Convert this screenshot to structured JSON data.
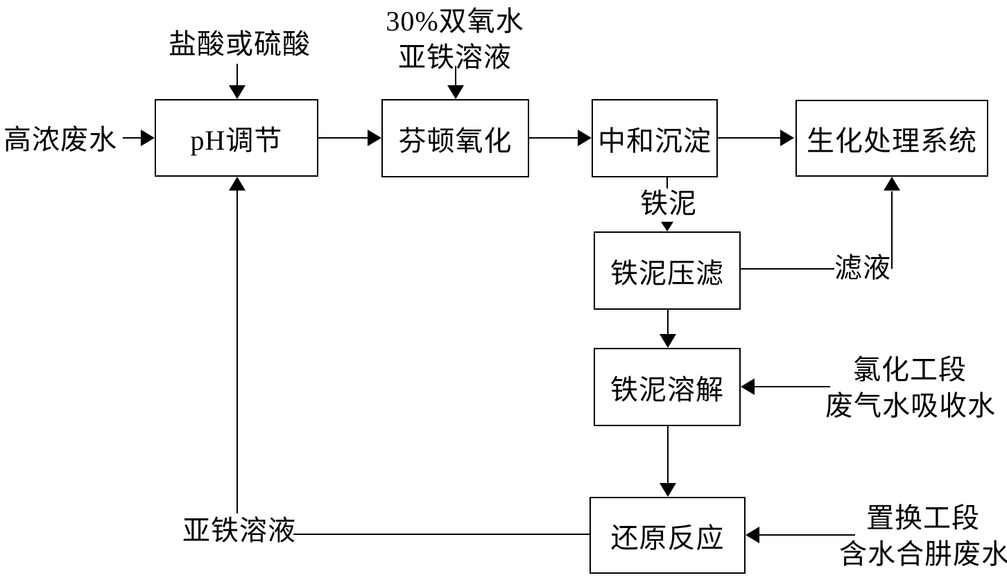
{
  "diagram": {
    "colors": {
      "background": "#ffffff",
      "line": "#000000"
    },
    "boxes": {
      "ph_adjust": {
        "label": "pH调节"
      },
      "fenton_oxidation": {
        "label": "芬顿氧化"
      },
      "neutralization": {
        "label": "中和沉淀"
      },
      "biochemical_system": {
        "label": "生化处理系统"
      },
      "iron_sludge_press": {
        "label": "铁泥压滤"
      },
      "iron_sludge_dissolve": {
        "label": "铁泥溶解"
      },
      "reduction_reaction": {
        "label": "还原反应"
      }
    },
    "labels": {
      "influent": "高浓废水",
      "acid_feed": "盐酸或硫酸",
      "peroxide_feed_line1": "30%双氧水",
      "peroxide_feed_line2": "亚铁溶液",
      "iron_sludge": "铁泥",
      "filtrate": "滤液",
      "chlorination_line1": "氯化工段",
      "chlorination_line2": "废气水吸收水",
      "displacement_line1": "置换工段",
      "displacement_line2": "含水合肼废水",
      "ferrous_solution_return": "亚铁溶液"
    }
  }
}
